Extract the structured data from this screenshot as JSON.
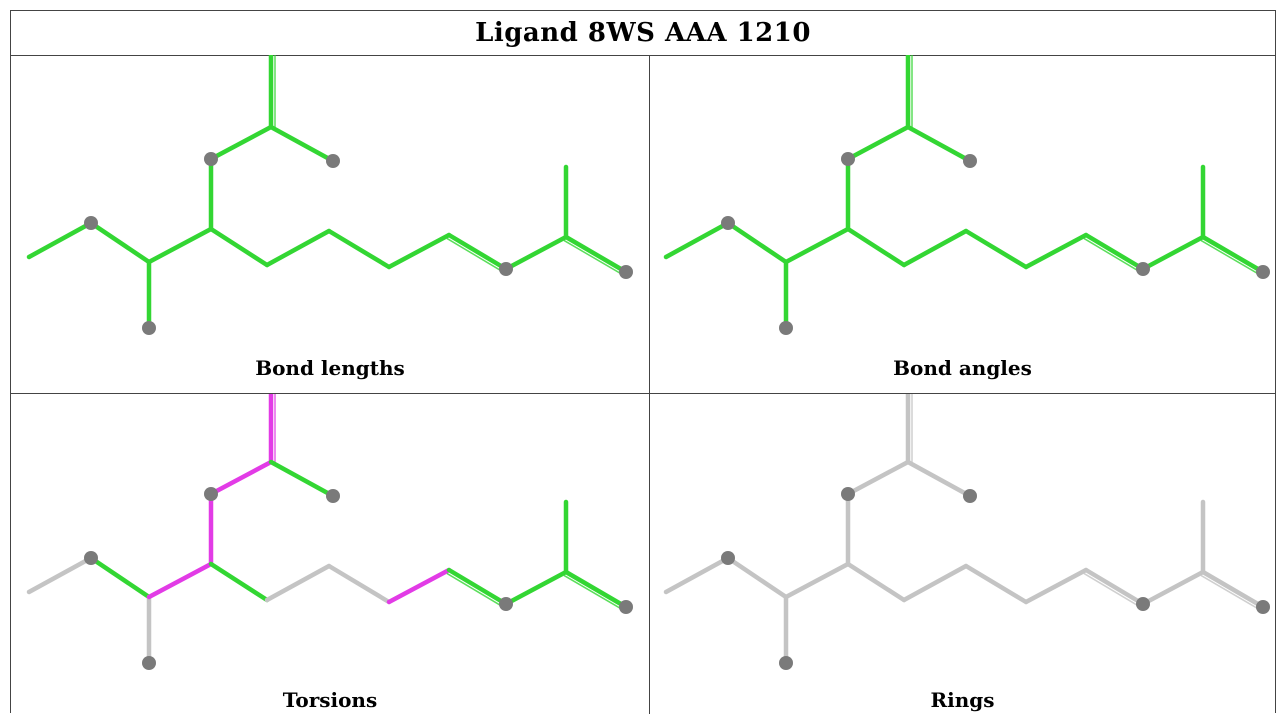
{
  "title": "Ligand 8WS AAA 1210",
  "panels": [
    {
      "id": "bond-lengths",
      "caption": "Bond lengths",
      "base_color": "#33d633",
      "highlight": []
    },
    {
      "id": "bond-angles",
      "caption": "Bond angles",
      "base_color": "#33d633",
      "highlight": []
    },
    {
      "id": "torsions",
      "caption": "Torsions",
      "base_color": "#33d633",
      "gray_bonds": [
        0,
        2,
        9,
        10
      ],
      "magenta_bonds": [
        3,
        4,
        5,
        6,
        11
      ],
      "highlight_color": "#e23be6",
      "gray_color": "#c4c4c4"
    },
    {
      "id": "rings",
      "caption": "Rings",
      "base_color": "#c4c4c4",
      "highlight": []
    }
  ],
  "atom_color": "#7a7a7a"
}
